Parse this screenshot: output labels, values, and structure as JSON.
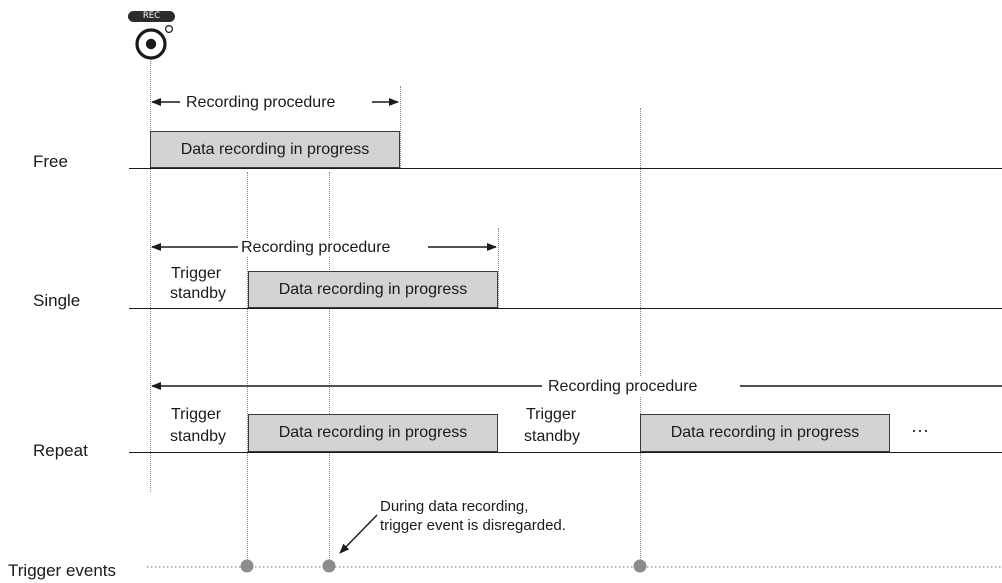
{
  "rec_button": {
    "badge": "REC"
  },
  "rows": {
    "free": {
      "label": "Free",
      "procedure": "Recording procedure",
      "box": "Data recording in progress"
    },
    "single": {
      "label": "Single",
      "procedure": "Recording procedure",
      "standby": [
        "Trigger",
        "standby"
      ],
      "box": "Data recording in progress"
    },
    "repeat": {
      "label": "Repeat",
      "procedure": "Recording procedure",
      "standby1": [
        "Trigger",
        "standby"
      ],
      "box1": "Data recording in progress",
      "standby2": [
        "Trigger",
        "standby"
      ],
      "box2": "Data recording in progress",
      "ellipsis": "···"
    }
  },
  "trigger_events": {
    "label": "Trigger events"
  },
  "note": [
    "During data recording,",
    "trigger event is disregarded."
  ],
  "colors": {
    "box_fill": "#d3d3d3",
    "event_dot": "#8c8c8c",
    "line": "#1a1a1a"
  }
}
